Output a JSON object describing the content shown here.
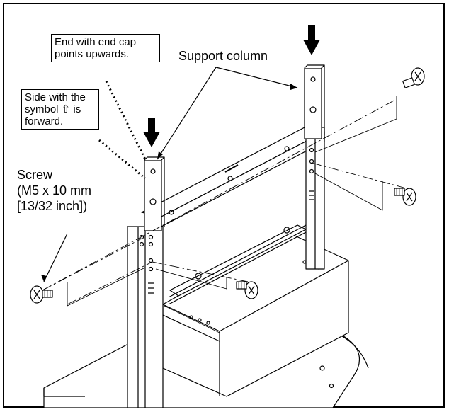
{
  "callouts": {
    "end_cap": {
      "lines": [
        "End with end cap",
        "points upwards."
      ]
    },
    "symbol_side": {
      "lines": [
        "Side with the",
        "symbol ⇧ is",
        "forward."
      ]
    }
  },
  "labels": {
    "support_column": "Support column",
    "screw": {
      "lines": [
        "Screw",
        "(M5 x 10 mm",
        "[13/32 inch])"
      ]
    }
  },
  "colors": {
    "ink": "#000000",
    "paper": "#ffffff"
  }
}
